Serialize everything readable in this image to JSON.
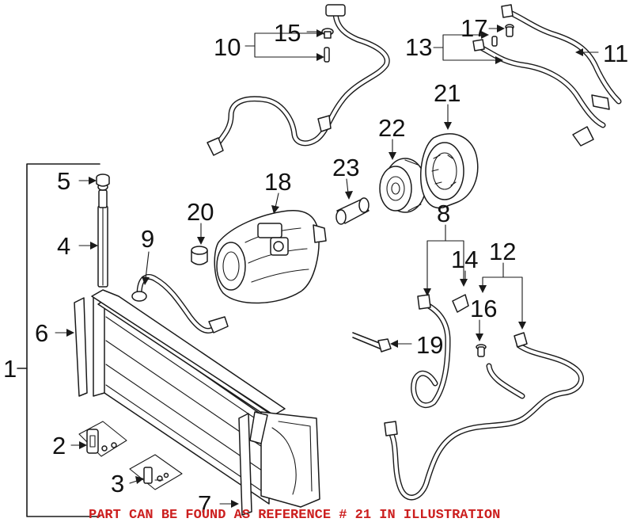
{
  "callouts": {
    "c1": "1",
    "c2": "2",
    "c3": "3",
    "c4": "4",
    "c5": "5",
    "c6": "6",
    "c7": "7",
    "c8": "8",
    "c9": "9",
    "c10": "10",
    "c11": "11",
    "c12": "12",
    "c13": "13",
    "c14": "14",
    "c15": "15",
    "c16": "16",
    "c17": "17",
    "c18": "18",
    "c19": "19",
    "c20": "20",
    "c21": "21",
    "c22": "22",
    "c23": "23"
  },
  "notice": "PART CAN BE FOUND AS REFERENCE # 21 IN ILLUSTRATION",
  "colors": {
    "notice": "#cc1f1f",
    "line": "#1a1a1a"
  }
}
